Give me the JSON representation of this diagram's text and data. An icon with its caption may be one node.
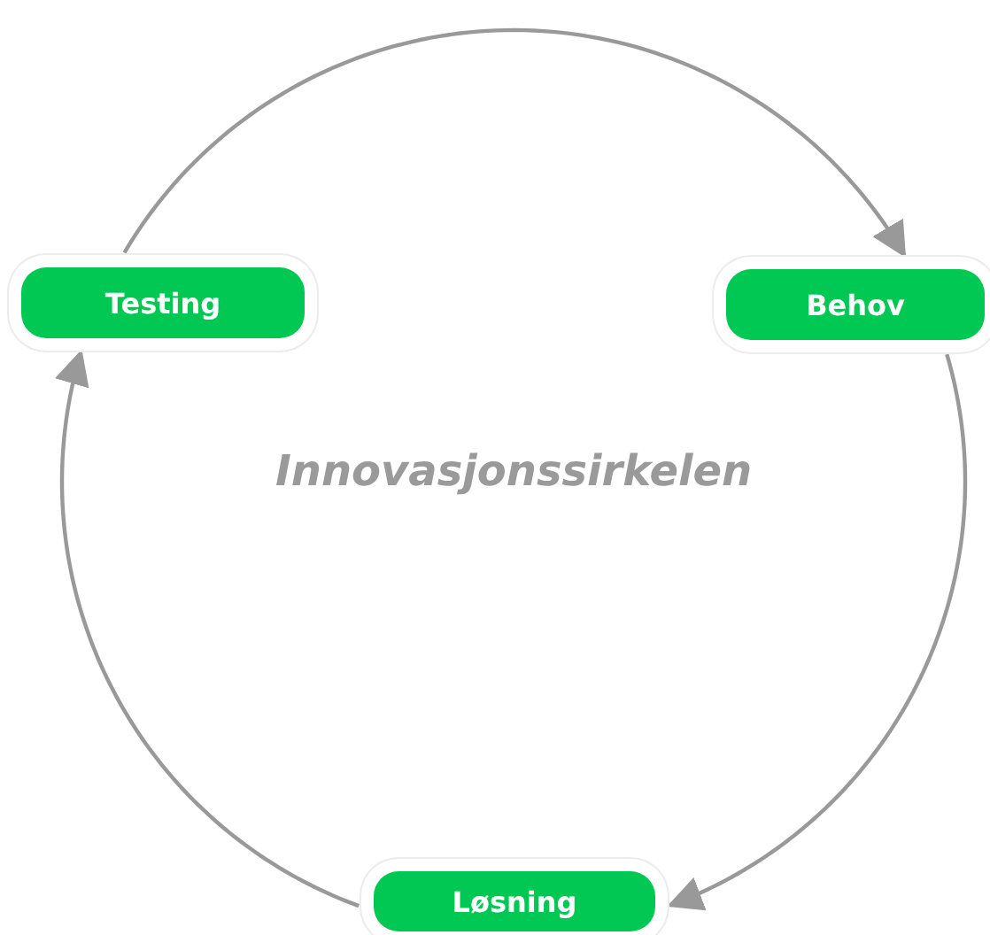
{
  "diagram": {
    "title": "Innovasjonssirkelen",
    "nodes": [
      {
        "text": [
          "Testing"
        ]
      },
      {
        "text": [
          "Behov"
        ]
      },
      {
        "text": [
          "Løsning"
        ]
      }
    ],
    "edges": [
      {
        "from": 0,
        "to": 1,
        "arrow": "to"
      },
      {
        "from": 1,
        "to": 2,
        "arrow": "to"
      },
      {
        "from": 2,
        "to": 0,
        "arrow": "to"
      }
    ]
  }
}
